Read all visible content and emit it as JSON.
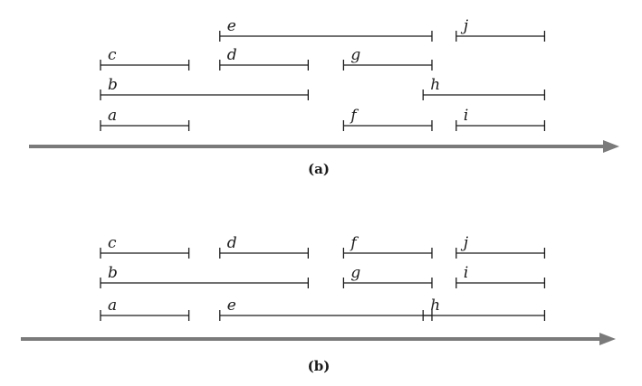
{
  "panels": [
    {
      "caption": "(a)",
      "intervals": [
        {
          "label": "e",
          "start": 2,
          "end": 6.8,
          "row": 3
        },
        {
          "label": "j",
          "start": 7.35,
          "end": 9.35,
          "row": 3
        },
        {
          "label": "c",
          "start": -0.7,
          "end": 1.3,
          "row": 2
        },
        {
          "label": "d",
          "start": 2,
          "end": 4,
          "row": 2
        },
        {
          "label": "g",
          "start": 4.8,
          "end": 6.8,
          "row": 2
        },
        {
          "label": "b",
          "start": -0.7,
          "end": 4,
          "row": 1
        },
        {
          "label": "h",
          "start": 6.6,
          "end": 9.35,
          "row": 1
        },
        {
          "label": "a",
          "start": -0.7,
          "end": 1.3,
          "row": 0
        },
        {
          "label": "f",
          "start": 4.8,
          "end": 6.8,
          "row": 0
        },
        {
          "label": "i",
          "start": 7.35,
          "end": 9.35,
          "row": 0
        }
      ]
    },
    {
      "caption": "(b)",
      "intervals": [
        {
          "label": "c",
          "start": -0.7,
          "end": 1.3,
          "row": 2
        },
        {
          "label": "d",
          "start": 2,
          "end": 4,
          "row": 2
        },
        {
          "label": "f",
          "start": 4.8,
          "end": 6.8,
          "row": 2
        },
        {
          "label": "j",
          "start": 7.35,
          "end": 9.35,
          "row": 2
        },
        {
          "label": "b",
          "start": -0.7,
          "end": 4,
          "row": 1
        },
        {
          "label": "g",
          "start": 4.8,
          "end": 6.8,
          "row": 1
        },
        {
          "label": "i",
          "start": 7.35,
          "end": 9.35,
          "row": 1
        },
        {
          "label": "a",
          "start": -0.7,
          "end": 1.3,
          "row": 0
        },
        {
          "label": "e",
          "start": 2,
          "end": 6.8,
          "row": 0
        },
        {
          "label": "h",
          "start": 6.6,
          "end": 9.35,
          "row": 0
        }
      ]
    }
  ],
  "colors": {
    "ink": "#1a1a1a",
    "axis": "#7a7a7a"
  }
}
